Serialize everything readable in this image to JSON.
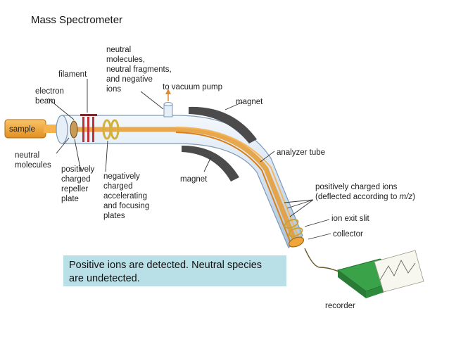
{
  "title": "Mass Spectrometer",
  "callout": {
    "line1": "Positive ions are detected.  Neutral species",
    "line2": "are undetected."
  },
  "labels": {
    "neutral_fragments": [
      "neutral",
      "molecules,",
      "neutral fragments,",
      "and negative",
      "ions"
    ],
    "to_vacuum_pump": "to vacuum pump",
    "filament": "filament",
    "electron_beam": [
      "electron",
      "beam"
    ],
    "magnet_top": "magnet",
    "magnet_bottom": "magnet",
    "sample": "sample",
    "neutral_molecules": [
      "neutral",
      "molecules"
    ],
    "repeller_plate": [
      "positively",
      "charged",
      "repeller",
      "plate"
    ],
    "accelerating_plates": [
      "negatively",
      "charged",
      "accelerating",
      "and focusing",
      "plates"
    ],
    "analyzer_tube": "analyzer tube",
    "positive_ions_line1": "positively charged ions",
    "positive_ions_line2_prefix": "(deflected according to ",
    "positive_ions_mz": "m/z",
    "positive_ions_line2_suffix": ")",
    "ion_exit_slit": "ion exit slit",
    "collector": "collector",
    "recorder": "recorder"
  },
  "colors": {
    "tube_fill": "#dbe8f5",
    "tube_edge": "#8aa8c4",
    "beam": "#e89a2e",
    "sample_fill": "#f2a93b",
    "magnet": "#4b4b4b",
    "callout_bg": "#b9dfe7",
    "recorder_green": "#3aa34a"
  }
}
